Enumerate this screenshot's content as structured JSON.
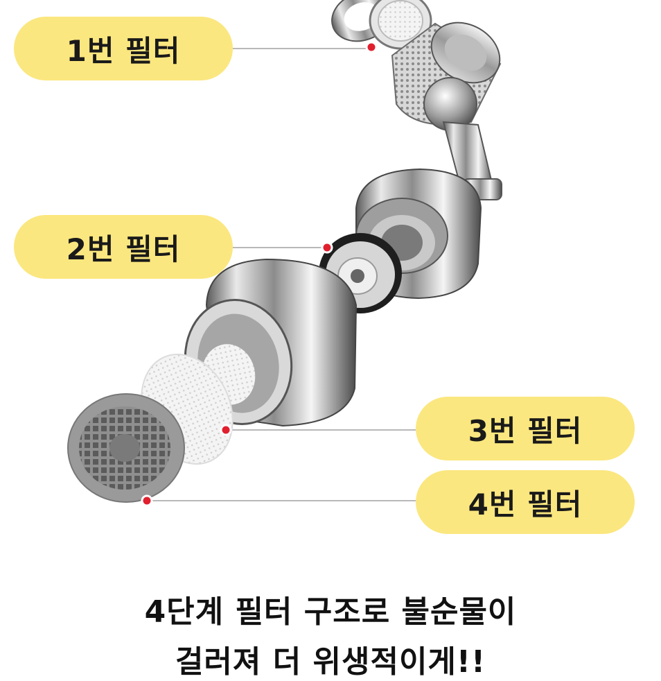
{
  "labels": {
    "filter1": "1번 필터",
    "filter2": "2번 필터",
    "filter3": "3번 필터",
    "filter4": "4번 필터"
  },
  "caption": {
    "line1": "4단계 필터 구조로 불순물이",
    "line2": "걸러져 더 위생적이게!!"
  },
  "colors": {
    "label_background": "#fbe77f",
    "marker_dot": "#e0202e",
    "leader_line": "#b8b8b8"
  }
}
